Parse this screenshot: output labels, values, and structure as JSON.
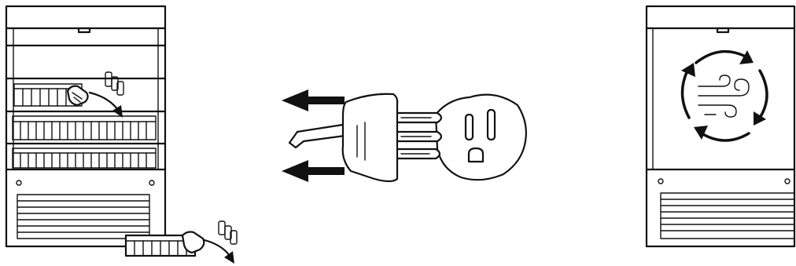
{
  "figure": {
    "panels": [
      {
        "id": "cooler-unload",
        "icon": "cooler-with-drinks-icon"
      },
      {
        "id": "unplug",
        "icon": "unplug-power-cord-icon"
      },
      {
        "id": "air-circulation",
        "icon": "cooler-air-circulation-icon"
      }
    ],
    "colors": {
      "line": "#111111",
      "background": "#ffffff"
    }
  }
}
